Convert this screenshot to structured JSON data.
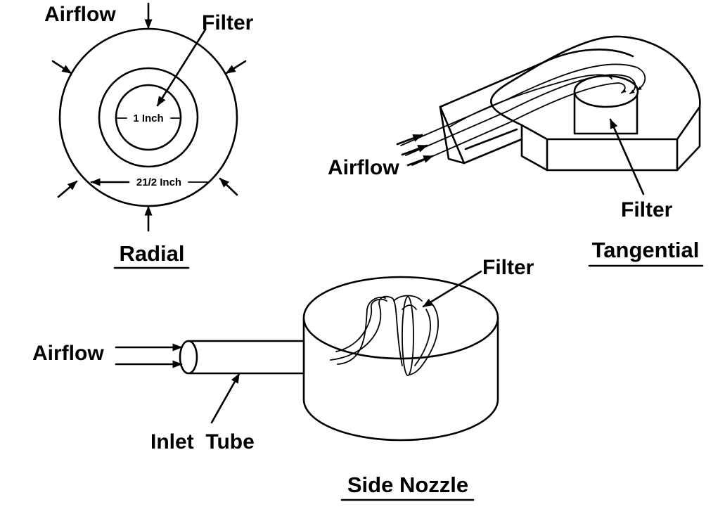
{
  "radial": {
    "airflow_label": "Airflow",
    "filter_label": "Filter",
    "inner_dim": "1 Inch",
    "outer_dim": "21/2 Inch",
    "caption": "Radial"
  },
  "tangential": {
    "airflow_label": "Airflow",
    "filter_label": "Filter",
    "caption": "Tangential"
  },
  "side_nozzle": {
    "airflow_label": "Airflow",
    "filter_label": "Filter",
    "inlet_label": "Inlet  Tube",
    "caption": "Side Nozzle"
  }
}
